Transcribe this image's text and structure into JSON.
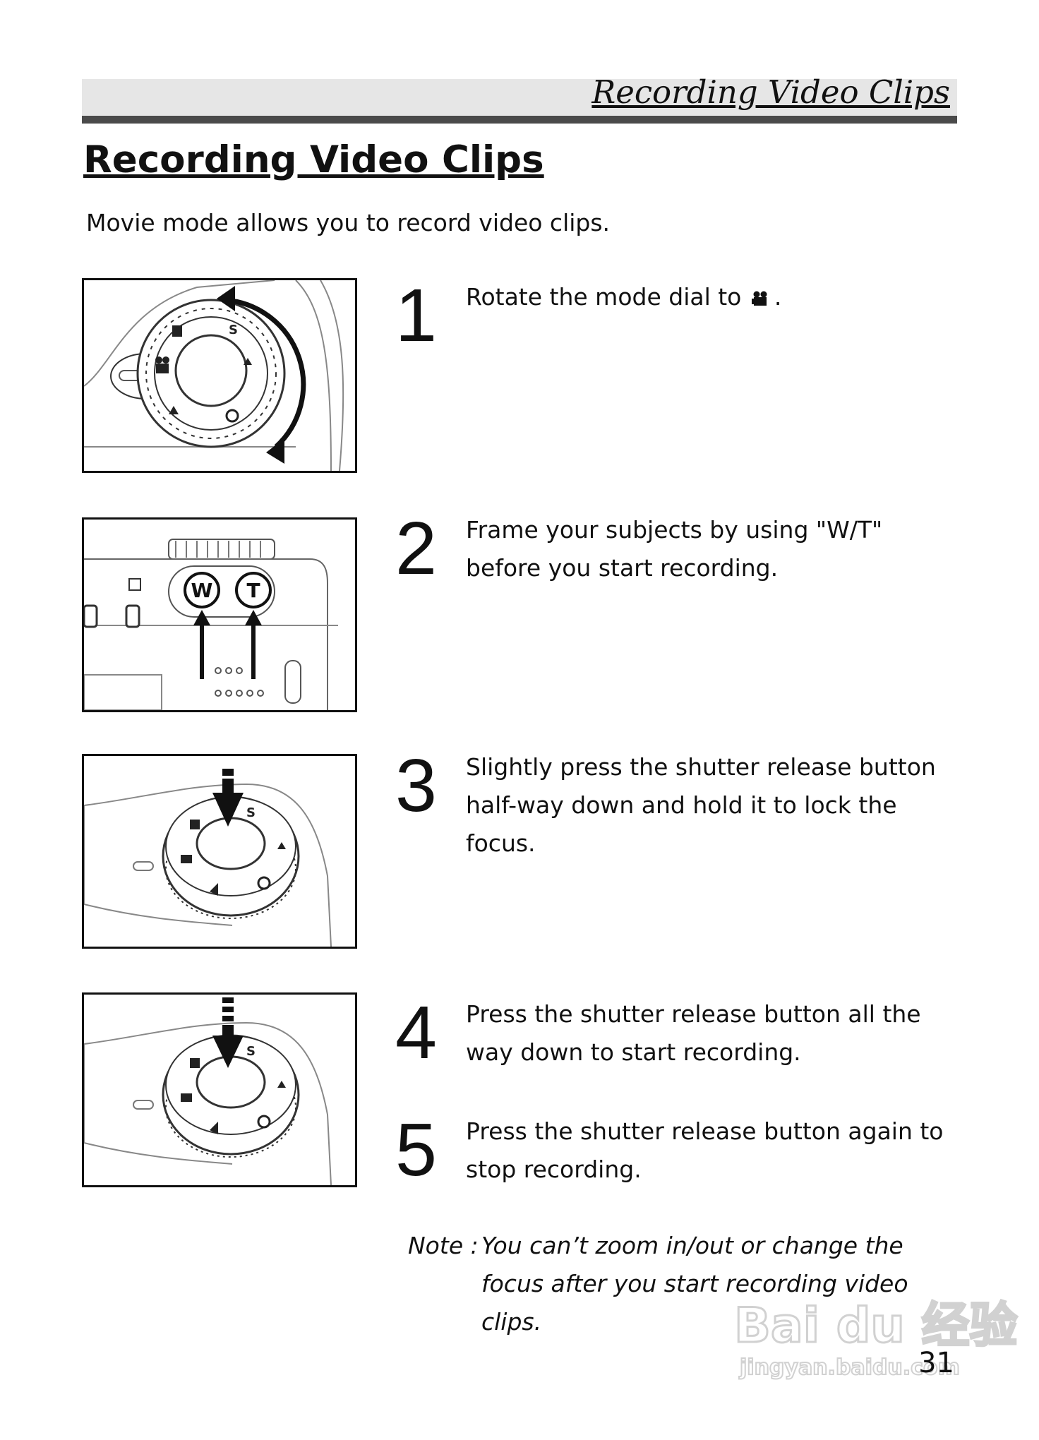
{
  "header": {
    "title": "Recording Video Clips"
  },
  "page_title": "Recording Video Clips",
  "intro": "Movie mode allows you to record video clips.",
  "steps": [
    {
      "number": "1",
      "text": "Rotate the mode dial to",
      "text_after_icon": ".",
      "icon": "movie-camera-icon"
    },
    {
      "number": "2",
      "text": "Frame your subjects  by using \"W/T\" before you start recording."
    },
    {
      "number": "3",
      "text": "Slightly press the shutter release button half-way down and hold it to lock the focus."
    },
    {
      "number": "4",
      "text": "Press the shutter release button all the way down to start recording."
    },
    {
      "number": "5",
      "text": "Press the shutter release button again to stop recording."
    }
  ],
  "figures": {
    "zoom_buttons": {
      "wide": "W",
      "tele": "T"
    },
    "mode_dial_symbol": "S"
  },
  "note": {
    "label": "Note :",
    "text": "You can’t zoom in/out or change the focus after you start recording video clips."
  },
  "page_number": "31",
  "watermark": {
    "main": "Bai du 经验",
    "sub": "jingyan.baidu.com"
  }
}
